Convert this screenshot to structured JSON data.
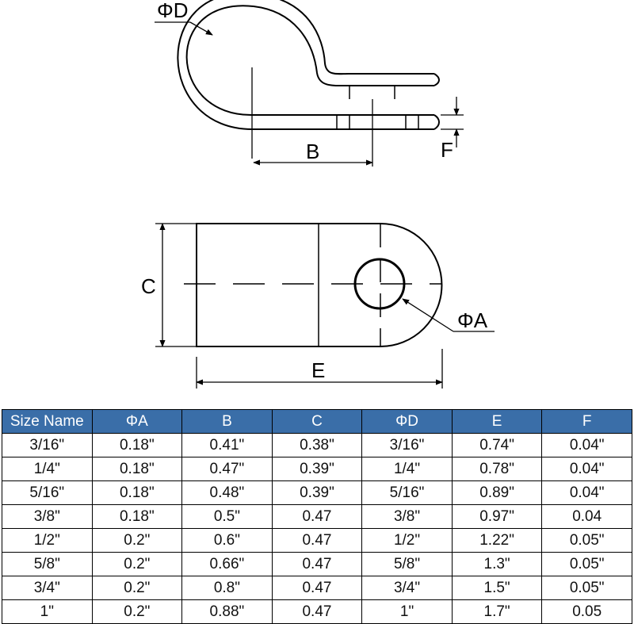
{
  "diagram": {
    "labels": {
      "phi_d": "ΦD",
      "b": "B",
      "f": "F",
      "c": "C",
      "phi_a": "ΦA",
      "e": "E"
    }
  },
  "table": {
    "header_color": "#3a6ea8",
    "headers": [
      "Size Name",
      "ΦA",
      "B",
      "C",
      "ΦD",
      "E",
      "F"
    ],
    "rows": [
      [
        "3/16\"",
        "0.18\"",
        "0.41\"",
        "0.38\"",
        "3/16\"",
        "0.74\"",
        "0.04\""
      ],
      [
        "1/4\"",
        "0.18\"",
        "0.47\"",
        "0.39\"",
        "1/4\"",
        "0.78\"",
        "0.04\""
      ],
      [
        "5/16\"",
        "0.18\"",
        "0.48\"",
        "0.39\"",
        "5/16\"",
        "0.89\"",
        "0.04\""
      ],
      [
        "3/8\"",
        "0.18\"",
        "0.5\"",
        "0.47",
        "3/8\"",
        "0.97\"",
        "0.04"
      ],
      [
        "1/2\"",
        "0.2\"",
        "0.6\"",
        "0.47",
        "1/2\"",
        "1.22\"",
        "0.05\""
      ],
      [
        "5/8\"",
        "0.2\"",
        "0.66\"",
        "0.47",
        "5/8\"",
        "1.3\"",
        "0.05\""
      ],
      [
        "3/4\"",
        "0.2\"",
        "0.8\"",
        "0.47",
        "3/4\"",
        "1.5\"",
        "0.05\""
      ],
      [
        "1\"",
        "0.2\"",
        "0.88\"",
        "0.47",
        "1\"",
        "1.7\"",
        "0.05"
      ]
    ]
  }
}
